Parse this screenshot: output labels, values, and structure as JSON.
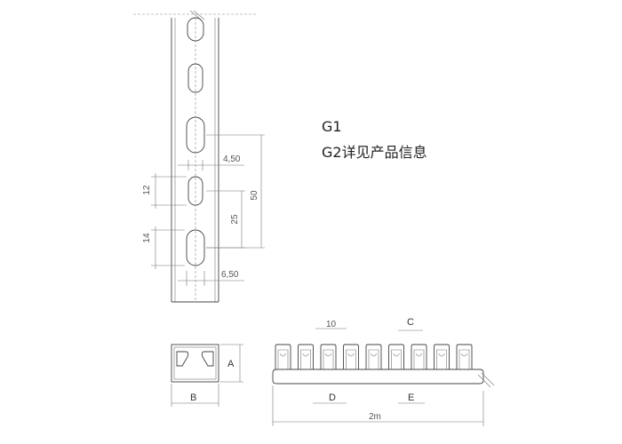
{
  "notes": {
    "line1": "G1",
    "line2": "G2详见产品信息"
  },
  "rail": {
    "dim_width_top": "4,50",
    "dim_width_bottom": "6,50",
    "dim_slot_small": "12",
    "dim_slot_large": "14",
    "dim_pitch_25": "25",
    "dim_pitch_50": "50"
  },
  "section": {
    "label_height": "A",
    "label_width": "B"
  },
  "duct": {
    "dim_top_10": "10",
    "label_c": "C",
    "label_d": "D",
    "label_e": "E",
    "label_length": "2m"
  }
}
